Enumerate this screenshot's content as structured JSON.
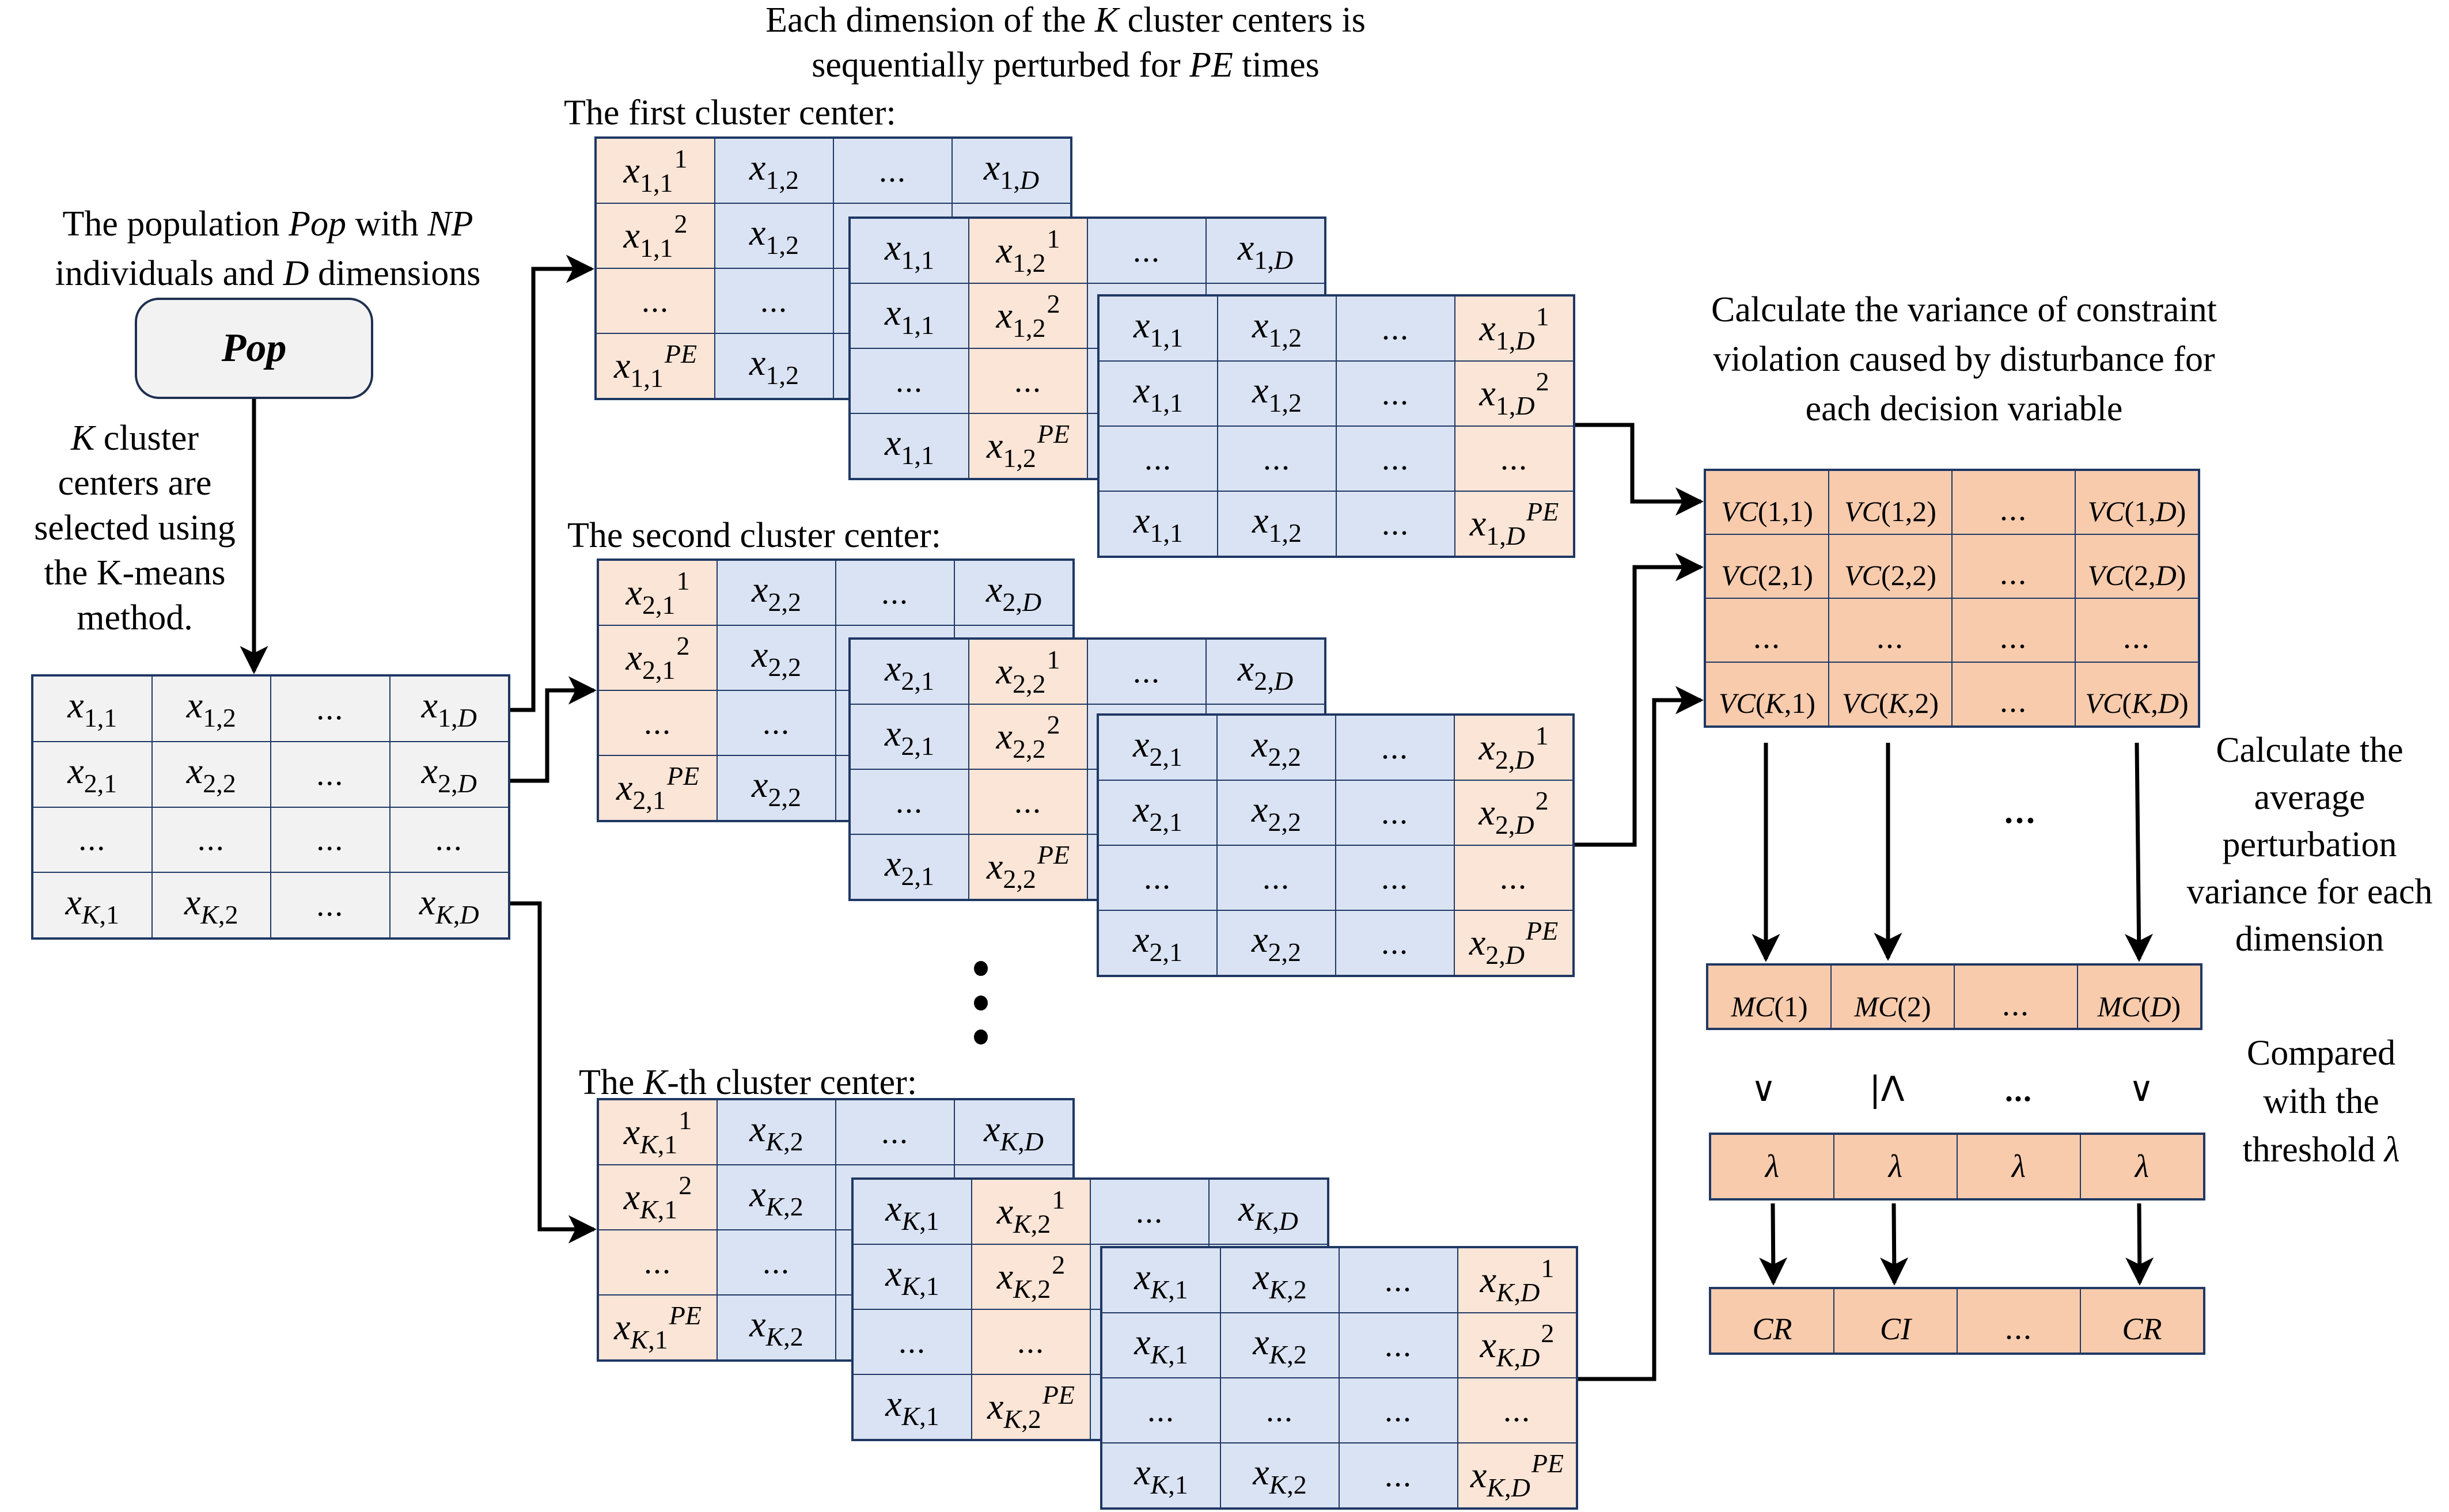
{
  "title": {
    "line1_pre": "Each dimension of the ",
    "line1_var": "K",
    "line1_post": " cluster centers is",
    "line2_pre": "sequentially perturbed for ",
    "line2_var": "PE",
    "line2_post": " times"
  },
  "population": {
    "caption_line1_pre": "The population ",
    "caption_line1_var1": "Pop",
    "caption_line1_mid": " with ",
    "caption_line1_var2": "NP",
    "caption_line2_pre": "individuals and ",
    "caption_line2_var": "D",
    "caption_line2_post": " dimensions",
    "box_label": "Pop"
  },
  "kmeans_note": {
    "line1_var": "K",
    "line1_post": " cluster",
    "line2": "centers are",
    "line3": "selected using",
    "line4": "the K-means",
    "line5": "method."
  },
  "ellipsis": "...",
  "center_table": {
    "rows": [
      [
        {
          "b": "x",
          "s": "1,1"
        },
        {
          "b": "x",
          "s": "1,2"
        },
        {
          "t": "..."
        },
        {
          "b": "x",
          "s": "1,",
          "si": "D"
        }
      ],
      [
        {
          "b": "x",
          "s": "2,1"
        },
        {
          "b": "x",
          "s": "2,2"
        },
        {
          "t": "..."
        },
        {
          "b": "x",
          "s": "2,",
          "si": "D"
        }
      ],
      [
        {
          "t": "..."
        },
        {
          "t": "..."
        },
        {
          "t": "..."
        },
        {
          "t": "..."
        }
      ],
      [
        {
          "b": "x",
          "si": "K",
          "s": ",1"
        },
        {
          "b": "x",
          "si": "K",
          "s": ",2"
        },
        {
          "t": "..."
        },
        {
          "b": "x",
          "si": "K",
          "s": ",",
          "si2": "D"
        }
      ]
    ]
  },
  "groups": [
    {
      "label_pre": "The first cluster center:",
      "label_var": "",
      "label_post": "",
      "row_index": "1",
      "row_var": false
    },
    {
      "label_pre": "The second cluster center:",
      "label_var": "",
      "label_post": "",
      "row_index": "2",
      "row_var": false
    },
    {
      "label_pre": "The ",
      "label_var": "K",
      "label_post": "-th cluster center:",
      "row_index": "K",
      "row_var": true
    }
  ],
  "perturbation": {
    "superscripts": [
      "1",
      "2",
      "...",
      "PE"
    ],
    "perturbed_columns": [
      "1",
      "2",
      "D"
    ]
  },
  "vc_section": {
    "caption_line1": "Calculate the variance of constraint",
    "caption_line2": "violation caused by disturbance for",
    "caption_line3": "each decision variable",
    "rows": [
      [
        "VC(1,1)",
        "VC(1,2)",
        "...",
        "VC(1,D)"
      ],
      [
        "VC(2,1)",
        "VC(2,2)",
        "...",
        "VC(2,D)"
      ],
      [
        "...",
        "...",
        "...",
        "..."
      ],
      [
        "VC(K,1)",
        "VC(K,2)",
        "...",
        "VC(K,D)"
      ]
    ]
  },
  "mc_section": {
    "caption": [
      "Calculate the",
      "average",
      "perturbation",
      "variance for each",
      "dimension"
    ],
    "cells": [
      "MC(1)",
      "MC(2)",
      "...",
      "MC(D)"
    ]
  },
  "compare_section": {
    "caption_line1": "Compared",
    "caption_line2": "with the",
    "caption_line3_pre": "threshold ",
    "caption_line3_var": "λ",
    "operators": [
      ">",
      "≤",
      "...",
      ">"
    ],
    "operator_glyphs": [
      "∨",
      "|Λ",
      "...",
      "∨"
    ],
    "threshold_cells": [
      "λ",
      "λ",
      "λ",
      "λ"
    ],
    "result_cells": [
      "CR",
      "CI",
      "...",
      "CR"
    ]
  },
  "colors": {
    "border": "#1f3864",
    "gray_cell": "#f2f2f2",
    "blue_cell": "#dae3f3",
    "peach_cell": "#fbe5d6",
    "orange_cell": "#f8cbad",
    "arrow": "#000000"
  }
}
